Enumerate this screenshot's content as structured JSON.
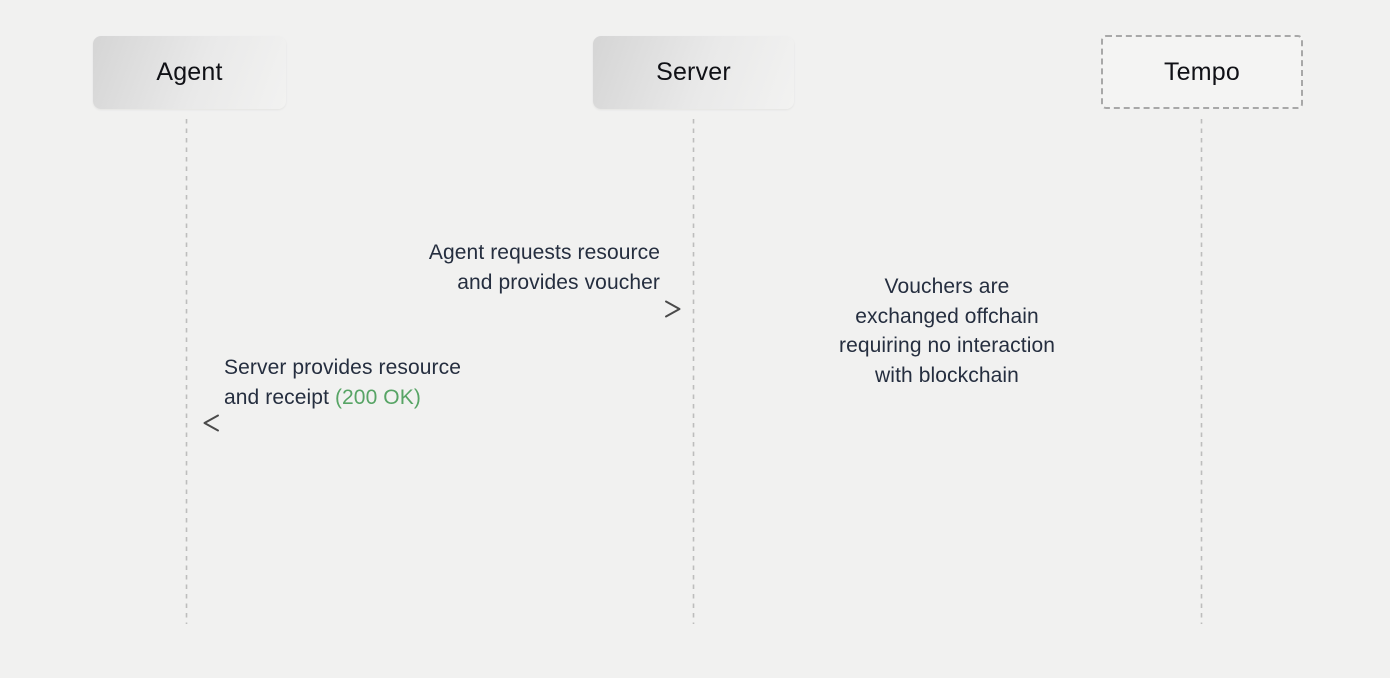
{
  "diagram": {
    "type": "sequence-diagram",
    "background": "#f1f1f0",
    "colors": {
      "actor_text": "#101116",
      "message_text": "#252e3f",
      "status_green": "#57a465",
      "arrow_dark": "#4a4a4a",
      "arrow_light": "#cccccc",
      "lifeline": "#bdbdbd",
      "tempo_border": "#a8a8a8"
    },
    "actors": [
      {
        "id": "agent",
        "label": "Agent",
        "style": "solid"
      },
      {
        "id": "server",
        "label": "Server",
        "style": "solid"
      },
      {
        "id": "tempo",
        "label": "Tempo",
        "style": "dashed"
      }
    ],
    "messages": [
      {
        "from": "Agent",
        "to": "Server",
        "direction": "right",
        "line1": "Agent requests resource",
        "line2": "and provides voucher"
      },
      {
        "from": "Server",
        "to": "Agent",
        "direction": "left",
        "line1": "Server provides resource",
        "line2_text": "and receipt ",
        "line2_status": "(200 OK)"
      }
    ],
    "note": {
      "line1": "Vouchers are",
      "line2": "exchanged offchain",
      "line3": "requiring no interaction",
      "line4": "with blockchain"
    }
  }
}
